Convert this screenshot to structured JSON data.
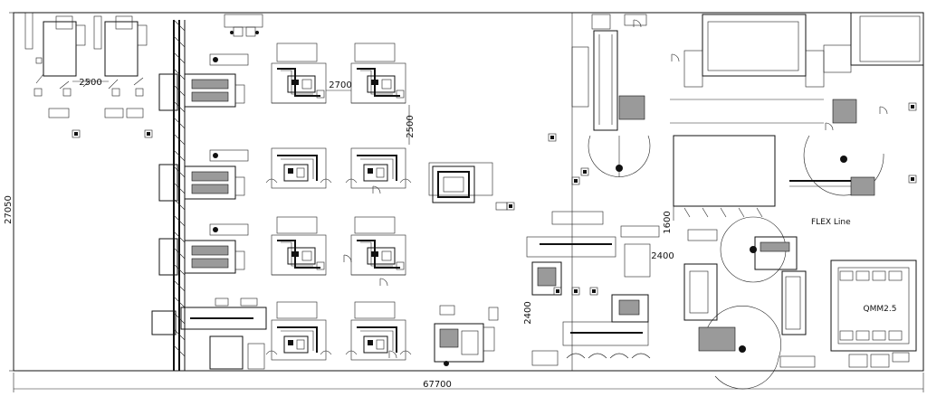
{
  "dimensions": {
    "overall_width": "67700",
    "overall_height": "27050",
    "spacing_a": "2500",
    "spacing_b": "2700",
    "spacing_c": "2500",
    "spacing_d": "1600",
    "spacing_e": "2400",
    "spacing_f": "2400"
  },
  "labels": {
    "flex_line": "FLEX Line",
    "qmm": "QMM2.5"
  }
}
